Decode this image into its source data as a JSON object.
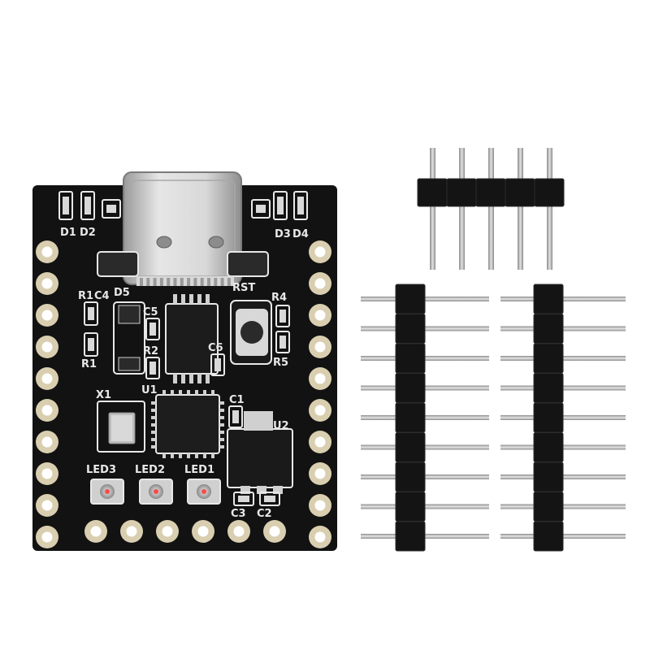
{
  "board": {
    "silkscreen": {
      "d1": "D1",
      "d2": "D2",
      "d3": "D3",
      "d4": "D4",
      "d5": "D5",
      "r1_top": "R1",
      "r1_bottom": "R1",
      "r2": "R2",
      "r4": "R4",
      "r5": "R5",
      "c1": "C1",
      "c2": "C2",
      "c3": "C3",
      "c4": "C4",
      "c5": "C5",
      "c6": "C6",
      "rst": "RST",
      "u1": "U1",
      "u2": "U2",
      "x1": "X1",
      "led1": "LED1",
      "led2": "LED2",
      "led3": "LED3"
    },
    "colors": {
      "pcb": "#121212",
      "pad": "#d9cfb0",
      "silk": "#e8e8e8",
      "usb_metal": "#c8c8c8",
      "header_plastic": "#141414",
      "pin_metal": "#bdbdbd"
    }
  },
  "headers": {
    "short_header_pins": 5,
    "long_header_pins": 9,
    "long_header_count": 2
  }
}
